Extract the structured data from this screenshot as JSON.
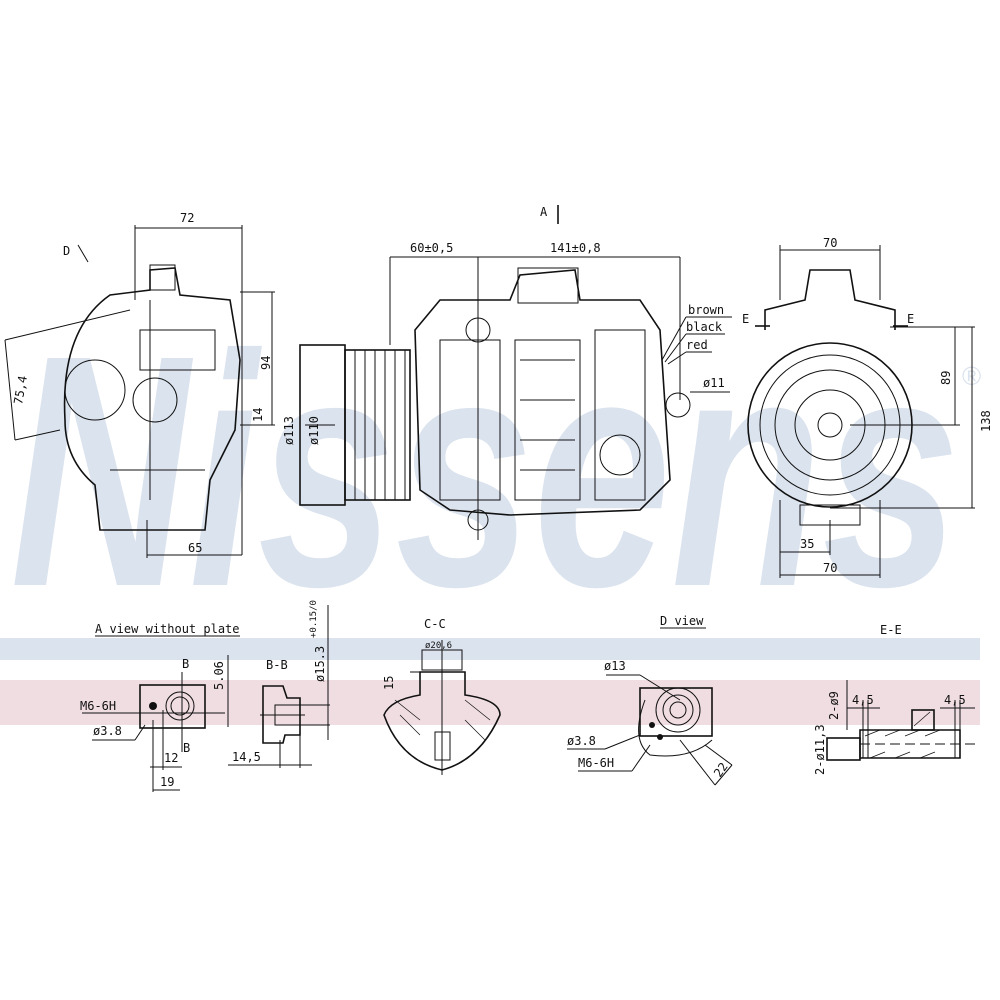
{
  "brand": {
    "watermark": "Nissens",
    "registered_mark": "®",
    "colors": {
      "watermark": "#dbe3ee",
      "band_blue": "#dbe3ee",
      "band_pink": "#f0dde2",
      "lines": "#111111"
    }
  },
  "side_view": {
    "view_label": "D",
    "width_top": "72",
    "angle_dim": "75,4",
    "height_94": "94",
    "dim_14": "14",
    "width_bottom": "65"
  },
  "front_view": {
    "section_label": "A",
    "dia_113": "ø113",
    "dia_110": "ø110",
    "dim_60": "60±0,5",
    "dim_141": "141±0,8",
    "wire_brown": "brown",
    "wire_black": "black",
    "wire_red": "red",
    "dia_11": "ø11"
  },
  "end_view": {
    "width_top": "70",
    "section_e_left": "E",
    "section_e_right": "E",
    "height_89": "89",
    "height_138": "138",
    "dim_35": "35",
    "width_bottom": "70"
  },
  "a_view": {
    "title": "A view without plate",
    "section_b_top": "B",
    "dim_506": "5.06",
    "thread": "M6-6H",
    "hole": "ø3.8",
    "dim_12": "12",
    "section_b_bottom": "B",
    "dim_19": "19"
  },
  "bb_section": {
    "title": "B-B",
    "dim_145": "14,5",
    "dia_153": "ø15.3",
    "tolerance": "+0.15/0"
  },
  "cc_section": {
    "title": "C-C",
    "dia_top": "ø20,6",
    "dim_15": "15"
  },
  "d_view": {
    "title": "D view",
    "dia_13": "ø13",
    "hole": "ø3.8",
    "thread": "M6-6H",
    "dim_22": "22"
  },
  "ee_section": {
    "title": "E-E",
    "dia_9": "2-ø9",
    "dim_45_left": "4,5",
    "dim_45_right": "4,5",
    "dia_113": "2-ø11,3"
  }
}
